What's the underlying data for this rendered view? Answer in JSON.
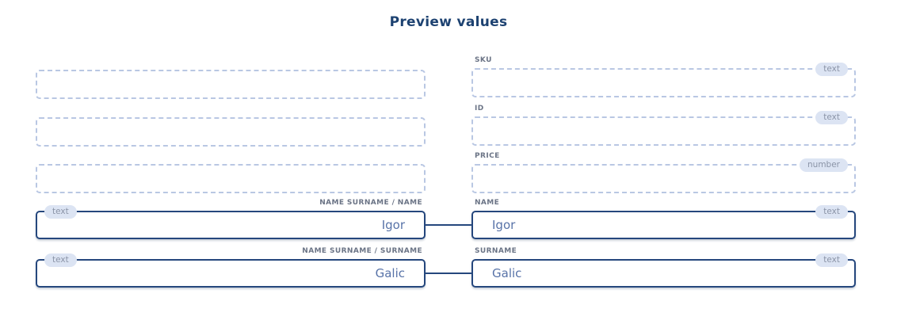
{
  "title": "Preview values",
  "colors": {
    "accent_navy": "#25477d",
    "title_text": "#1d4271",
    "dashed_border": "#b9c7e3",
    "badge_background": "#dce4f3",
    "badge_text": "#8b94a7",
    "label_text": "#6b7486",
    "value_text": "#5873a8"
  },
  "source_column": {
    "empty_slot_count": 3,
    "fields": [
      {
        "label": "NAME SURNAME / NAME",
        "value": "Igor",
        "type_badge": "text"
      },
      {
        "label": "NAME SURNAME / SURNAME",
        "value": "Galic",
        "type_badge": "text"
      }
    ]
  },
  "target_column": {
    "fields": [
      {
        "label": "SKU",
        "value": "",
        "type_badge": "text",
        "state": "empty"
      },
      {
        "label": "ID",
        "value": "",
        "type_badge": "text",
        "state": "empty"
      },
      {
        "label": "PRICE",
        "value": "",
        "type_badge": "number",
        "state": "empty"
      },
      {
        "label": "NAME",
        "value": "Igor",
        "type_badge": "text",
        "state": "mapped"
      },
      {
        "label": "SURNAME",
        "value": "Galic",
        "type_badge": "text",
        "state": "mapped"
      }
    ]
  },
  "connections": [
    {
      "from": "NAME SURNAME / NAME",
      "to": "NAME"
    },
    {
      "from": "NAME SURNAME / SURNAME",
      "to": "SURNAME"
    }
  ]
}
